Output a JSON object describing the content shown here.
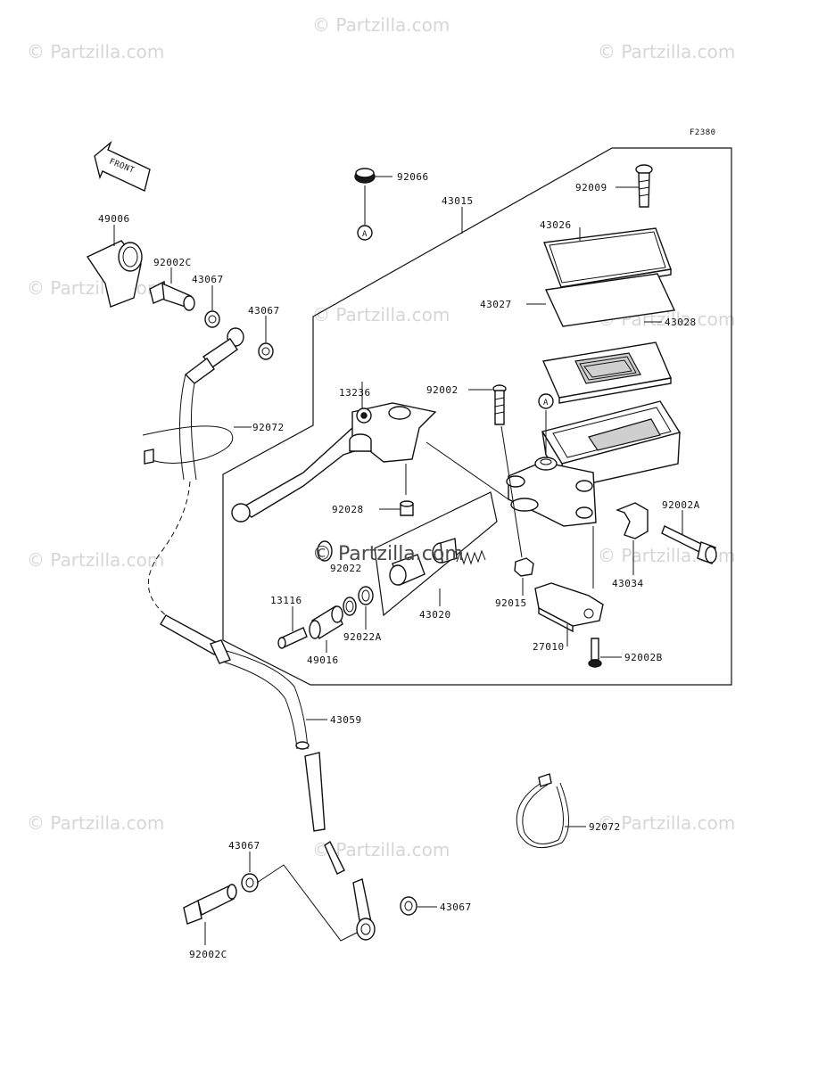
{
  "diagram_code": "F2380",
  "front_label": "FRONT",
  "callout_a": "A",
  "watermarks": [
    "© Partzilla.com"
  ],
  "center_watermark": "© Partzilla.com",
  "parts": {
    "p92066": "92066",
    "p43015": "43015",
    "p92009": "92009",
    "p43026": "43026",
    "p43027": "43027",
    "p43028": "43028",
    "p49006": "49006",
    "p92002c_top": "92002C",
    "p43067_a": "43067",
    "p43067_b": "43067",
    "p13236": "13236",
    "p92002": "92002",
    "p92072_a": "92072",
    "p92028": "92028",
    "p92002a": "92002A",
    "p43034": "43034",
    "p92022": "92022",
    "p43020": "43020",
    "p92015": "92015",
    "p13116": "13116",
    "p92022a": "92022A",
    "p49016": "49016",
    "p27010": "27010",
    "p92002b": "92002B",
    "p43059": "43059",
    "p92072_b": "92072",
    "p43067_c": "43067",
    "p43067_d": "43067",
    "p92002c_bot": "92002C"
  }
}
